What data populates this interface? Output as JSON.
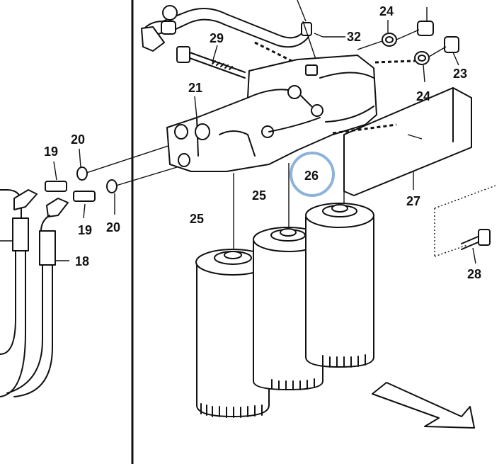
{
  "diagram": {
    "highlight_color": "#8db4d8",
    "highlighted_part": "26",
    "labels": {
      "p18": "18",
      "p19a": "19",
      "p19b": "19",
      "p20a": "20",
      "p20b": "20",
      "p21": "21",
      "p23": "23",
      "p24a": "24",
      "p24b": "24",
      "p25a": "25",
      "p25b": "25",
      "p26": "26",
      "p27": "27",
      "p28": "28",
      "p29": "29",
      "p32": "32"
    }
  }
}
